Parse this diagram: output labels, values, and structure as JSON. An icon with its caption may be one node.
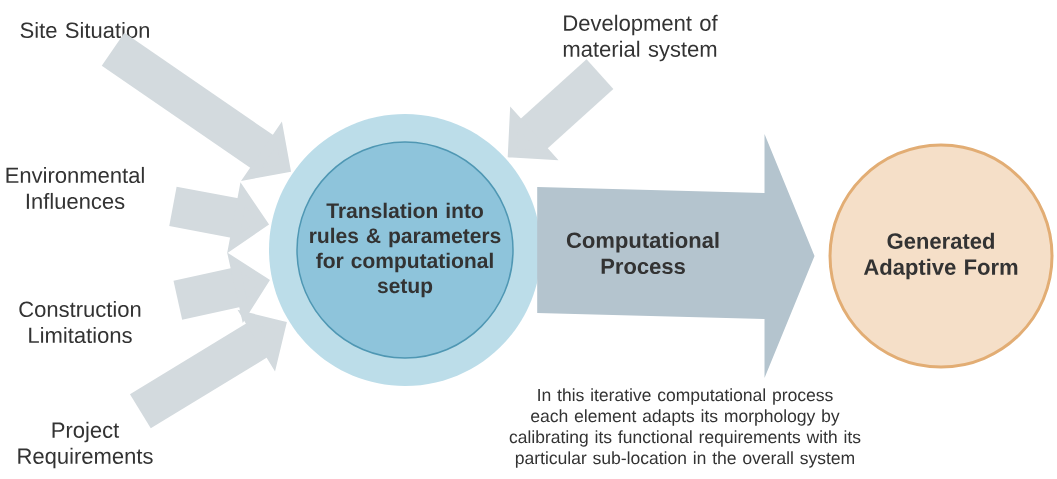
{
  "diagram": {
    "nodes": [
      {
        "text": [
          "Site Situation"
        ]
      },
      {
        "text": [
          "Development of material system"
        ]
      },
      {
        "text": [
          "Environmental Influences"
        ]
      },
      {
        "text": [
          "Translation into rules & parameters for computational setup"
        ]
      },
      {
        "text": [
          "Generated Adaptive Form"
        ]
      },
      {
        "text": [
          "Construction Limitations"
        ]
      },
      {
        "text": [
          "Project Requirements"
        ]
      }
    ],
    "edges": [
      {
        "from": 0,
        "to": 3,
        "arrow": "to"
      },
      {
        "from": 1,
        "to": 3,
        "arrow": "to"
      },
      {
        "from": 2,
        "to": 3,
        "arrow": "to"
      },
      {
        "from": 5,
        "to": 3,
        "arrow": "to"
      },
      {
        "from": 6,
        "to": 3,
        "arrow": "to"
      },
      {
        "from": 3,
        "to": 4,
        "arrow": "to",
        "label": "Computational Process",
        "style": "thick",
        "color": "#b4c4ce"
      }
    ],
    "labels": [
      "In this iterative computational process each element adapts its morphology by calibrating its functional requirements with its particular sub-location in the overall system"
    ]
  }
}
